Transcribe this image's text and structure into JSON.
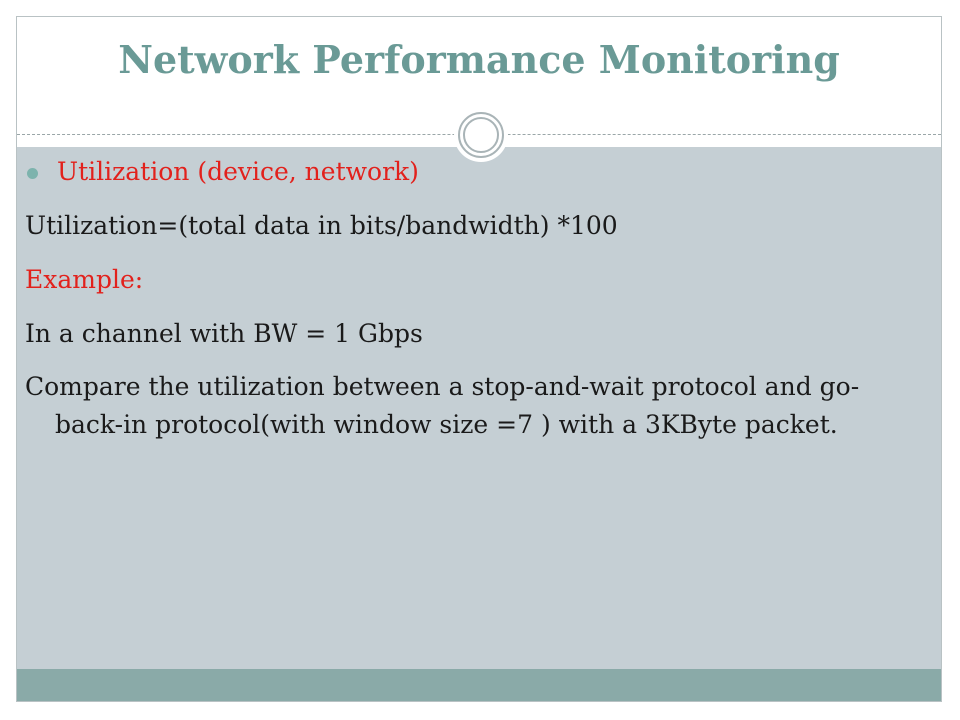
{
  "slide": {
    "title": "Network Performance Monitoring",
    "bullet": "Utilization (device, network)",
    "formula": "Utilization=(total data in bits/bandwidth) *100",
    "example_label": "Example:",
    "channel": "In a channel with BW = 1 Gbps",
    "question": "Compare the utilization between a stop-and-wait protocol and go-back-in protocol(with window size =7 ) with a 3KByte packet."
  },
  "colors": {
    "title": "#6a9a96",
    "body_bg": "#c5cfd4",
    "footer_band": "#8aaaa8",
    "accent_red": "#e2211c",
    "bullet": "#7db3ad"
  }
}
